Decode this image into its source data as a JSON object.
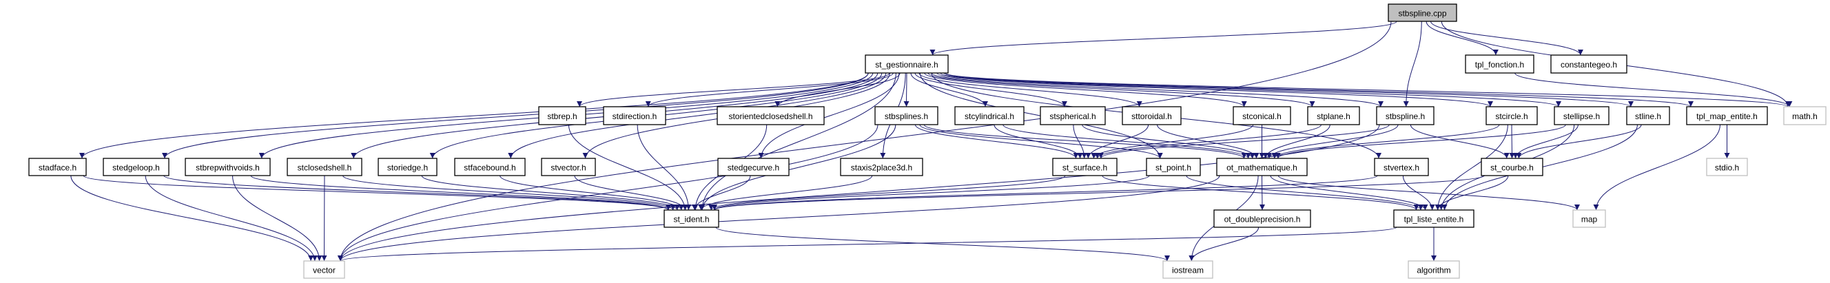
{
  "graph": {
    "edge_color": "#191970",
    "focus_fill": "#bfbfbf",
    "external_border": "#bfbfbf",
    "nodes": [
      {
        "id": "stbspline_cpp",
        "label": "stbspline.cpp",
        "style": "focus"
      },
      {
        "id": "st_gestionnaire",
        "label": "st_gestionnaire.h",
        "style": "normal"
      },
      {
        "id": "tpl_fonction",
        "label": "tpl_fonction.h",
        "style": "normal"
      },
      {
        "id": "constantegeo",
        "label": "constantegeo.h",
        "style": "normal"
      },
      {
        "id": "stbrep",
        "label": "stbrep.h",
        "style": "normal"
      },
      {
        "id": "stdirection",
        "label": "stdirection.h",
        "style": "normal"
      },
      {
        "id": "storientedclosedshell",
        "label": "storientedclosedshell.h",
        "style": "normal"
      },
      {
        "id": "stbsplines",
        "label": "stbsplines.h",
        "style": "normal"
      },
      {
        "id": "stcylindrical",
        "label": "stcylindrical.h",
        "style": "normal"
      },
      {
        "id": "stspherical",
        "label": "stspherical.h",
        "style": "normal"
      },
      {
        "id": "sttoroidal",
        "label": "sttoroidal.h",
        "style": "normal"
      },
      {
        "id": "stconical",
        "label": "stconical.h",
        "style": "normal"
      },
      {
        "id": "stplane",
        "label": "stplane.h",
        "style": "normal"
      },
      {
        "id": "stbspline_h",
        "label": "stbspline.h",
        "style": "normal"
      },
      {
        "id": "stcircle",
        "label": "stcircle.h",
        "style": "normal"
      },
      {
        "id": "stellipse",
        "label": "stellipse.h",
        "style": "normal"
      },
      {
        "id": "stline",
        "label": "stline.h",
        "style": "normal"
      },
      {
        "id": "tpl_map_entite",
        "label": "tpl_map_entite.h",
        "style": "normal"
      },
      {
        "id": "math",
        "label": "math.h",
        "style": "external"
      },
      {
        "id": "stadface",
        "label": "stadface.h",
        "style": "normal"
      },
      {
        "id": "stedgeloop",
        "label": "stedgeloop.h",
        "style": "normal"
      },
      {
        "id": "stbrepwithvoids",
        "label": "stbrepwithvoids.h",
        "style": "normal"
      },
      {
        "id": "stclosedshell",
        "label": "stclosedshell.h",
        "style": "normal"
      },
      {
        "id": "storiedge",
        "label": "storiedge.h",
        "style": "normal"
      },
      {
        "id": "stfacebound",
        "label": "stfacebound.h",
        "style": "normal"
      },
      {
        "id": "stvector",
        "label": "stvector.h",
        "style": "normal"
      },
      {
        "id": "stedgecurve",
        "label": "stedgecurve.h",
        "style": "normal"
      },
      {
        "id": "staxis2place3d",
        "label": "staxis2place3d.h",
        "style": "normal"
      },
      {
        "id": "st_surface",
        "label": "st_surface.h",
        "style": "normal"
      },
      {
        "id": "st_point",
        "label": "st_point.h",
        "style": "normal"
      },
      {
        "id": "ot_mathematique",
        "label": "ot_mathematique.h",
        "style": "normal"
      },
      {
        "id": "stvertex",
        "label": "stvertex.h",
        "style": "normal"
      },
      {
        "id": "st_courbe",
        "label": "st_courbe.h",
        "style": "normal"
      },
      {
        "id": "stdio",
        "label": "stdio.h",
        "style": "external"
      },
      {
        "id": "st_ident",
        "label": "st_ident.h",
        "style": "normal"
      },
      {
        "id": "ot_doubleprecision",
        "label": "ot_doubleprecision.h",
        "style": "normal"
      },
      {
        "id": "tpl_liste_entite",
        "label": "tpl_liste_entite.h",
        "style": "normal"
      },
      {
        "id": "map",
        "label": "map",
        "style": "external"
      },
      {
        "id": "vector",
        "label": "vector",
        "style": "external"
      },
      {
        "id": "iostream",
        "label": "iostream",
        "style": "external"
      },
      {
        "id": "algorithm",
        "label": "algorithm",
        "style": "external"
      }
    ],
    "edges": [
      [
        "stbspline_cpp",
        "st_gestionnaire"
      ],
      [
        "stbspline_cpp",
        "vector"
      ],
      [
        "stbspline_cpp",
        "tpl_fonction"
      ],
      [
        "stbspline_cpp",
        "constantegeo"
      ],
      [
        "stbspline_cpp",
        "stbspline_h"
      ],
      [
        "stbspline_cpp",
        "math"
      ],
      [
        "st_gestionnaire",
        "stadface"
      ],
      [
        "st_gestionnaire",
        "stedgeloop"
      ],
      [
        "st_gestionnaire",
        "stbrepwithvoids"
      ],
      [
        "st_gestionnaire",
        "stclosedshell"
      ],
      [
        "st_gestionnaire",
        "storiedge"
      ],
      [
        "st_gestionnaire",
        "stfacebound"
      ],
      [
        "st_gestionnaire",
        "stvector"
      ],
      [
        "st_gestionnaire",
        "stbrep"
      ],
      [
        "st_gestionnaire",
        "stdirection"
      ],
      [
        "st_gestionnaire",
        "storientedclosedshell"
      ],
      [
        "st_gestionnaire",
        "stedgecurve"
      ],
      [
        "st_gestionnaire",
        "staxis2place3d"
      ],
      [
        "st_gestionnaire",
        "stbsplines"
      ],
      [
        "st_gestionnaire",
        "stcylindrical"
      ],
      [
        "st_gestionnaire",
        "stspherical"
      ],
      [
        "st_gestionnaire",
        "sttoroidal"
      ],
      [
        "st_gestionnaire",
        "stconical"
      ],
      [
        "st_gestionnaire",
        "stplane"
      ],
      [
        "st_gestionnaire",
        "stbspline_h"
      ],
      [
        "st_gestionnaire",
        "stcircle"
      ],
      [
        "st_gestionnaire",
        "stellipse"
      ],
      [
        "st_gestionnaire",
        "stline"
      ],
      [
        "st_gestionnaire",
        "tpl_map_entite"
      ],
      [
        "st_gestionnaire",
        "math"
      ],
      [
        "st_gestionnaire",
        "st_point"
      ],
      [
        "st_gestionnaire",
        "stvertex"
      ],
      [
        "st_gestionnaire",
        "st_ident"
      ],
      [
        "tpl_fonction",
        "math"
      ],
      [
        "stadface",
        "st_ident"
      ],
      [
        "stadface",
        "vector"
      ],
      [
        "stedgeloop",
        "st_ident"
      ],
      [
        "stedgeloop",
        "vector"
      ],
      [
        "stbrepwithvoids",
        "st_ident"
      ],
      [
        "stbrepwithvoids",
        "vector"
      ],
      [
        "stclosedshell",
        "st_ident"
      ],
      [
        "stclosedshell",
        "vector"
      ],
      [
        "storiedge",
        "st_ident"
      ],
      [
        "stfacebound",
        "st_ident"
      ],
      [
        "stvector",
        "st_ident"
      ],
      [
        "stbrep",
        "st_ident"
      ],
      [
        "stdirection",
        "st_ident"
      ],
      [
        "storientedclosedshell",
        "st_ident"
      ],
      [
        "stedgecurve",
        "st_ident"
      ],
      [
        "staxis2place3d",
        "st_ident"
      ],
      [
        "stbsplines",
        "st_ident"
      ],
      [
        "stbsplines",
        "vector"
      ],
      [
        "stbsplines",
        "st_surface"
      ],
      [
        "stbsplines",
        "st_point"
      ],
      [
        "stbsplines",
        "ot_mathematique"
      ],
      [
        "stcylindrical",
        "st_surface"
      ],
      [
        "stcylindrical",
        "ot_mathematique"
      ],
      [
        "stspherical",
        "st_surface"
      ],
      [
        "stspherical",
        "ot_mathematique"
      ],
      [
        "sttoroidal",
        "st_surface"
      ],
      [
        "sttoroidal",
        "ot_mathematique"
      ],
      [
        "stconical",
        "st_surface"
      ],
      [
        "stconical",
        "ot_mathematique"
      ],
      [
        "stplane",
        "st_surface"
      ],
      [
        "stplane",
        "ot_mathematique"
      ],
      [
        "stbspline_h",
        "st_surface"
      ],
      [
        "stbspline_h",
        "ot_mathematique"
      ],
      [
        "stbspline_h",
        "st_courbe"
      ],
      [
        "stbspline_h",
        "vector"
      ],
      [
        "stcircle",
        "st_courbe"
      ],
      [
        "stcircle",
        "tpl_liste_entite"
      ],
      [
        "stcircle",
        "ot_mathematique"
      ],
      [
        "stellipse",
        "st_courbe"
      ],
      [
        "stellipse",
        "tpl_liste_entite"
      ],
      [
        "stellipse",
        "ot_mathematique"
      ],
      [
        "stline",
        "st_courbe"
      ],
      [
        "stline",
        "tpl_liste_entite"
      ],
      [
        "tpl_map_entite",
        "stdio"
      ],
      [
        "tpl_map_entite",
        "map"
      ],
      [
        "st_surface",
        "st_ident"
      ],
      [
        "st_surface",
        "tpl_liste_entite"
      ],
      [
        "st_point",
        "st_ident"
      ],
      [
        "st_point",
        "tpl_liste_entite"
      ],
      [
        "ot_mathematique",
        "ot_doubleprecision"
      ],
      [
        "ot_mathematique",
        "iostream"
      ],
      [
        "ot_mathematique",
        "map"
      ],
      [
        "ot_mathematique",
        "vector"
      ],
      [
        "ot_mathematique",
        "tpl_liste_entite"
      ],
      [
        "stvertex",
        "st_ident"
      ],
      [
        "stvertex",
        "tpl_liste_entite"
      ],
      [
        "st_courbe",
        "st_ident"
      ],
      [
        "st_courbe",
        "tpl_liste_entite"
      ],
      [
        "st_ident",
        "iostream"
      ],
      [
        "ot_doubleprecision",
        "iostream"
      ],
      [
        "tpl_liste_entite",
        "algorithm"
      ],
      [
        "tpl_liste_entite",
        "vector"
      ]
    ]
  }
}
